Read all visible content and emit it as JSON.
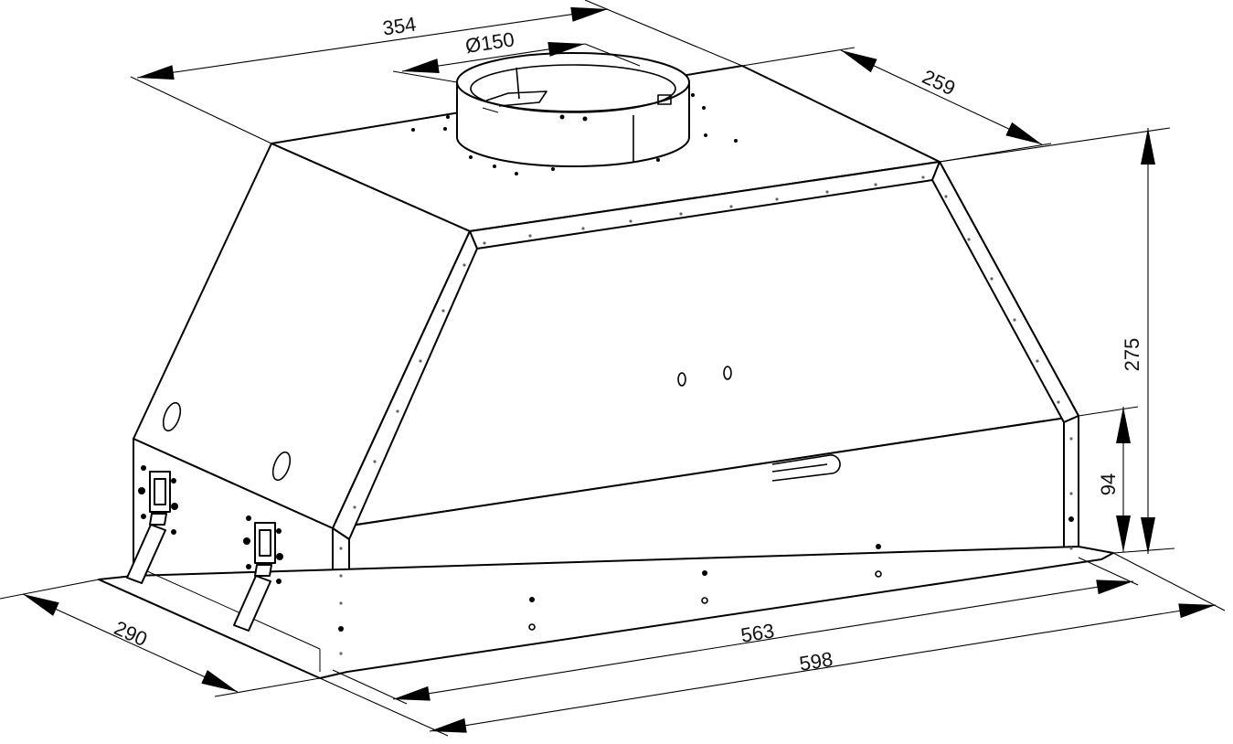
{
  "dimensions": {
    "top_width": "354",
    "duct_diameter": "Ø150",
    "top_depth": "259",
    "total_height": "275",
    "base_height": "94",
    "bottom_depth": "290",
    "inner_width": "563",
    "overall_width": "598"
  }
}
